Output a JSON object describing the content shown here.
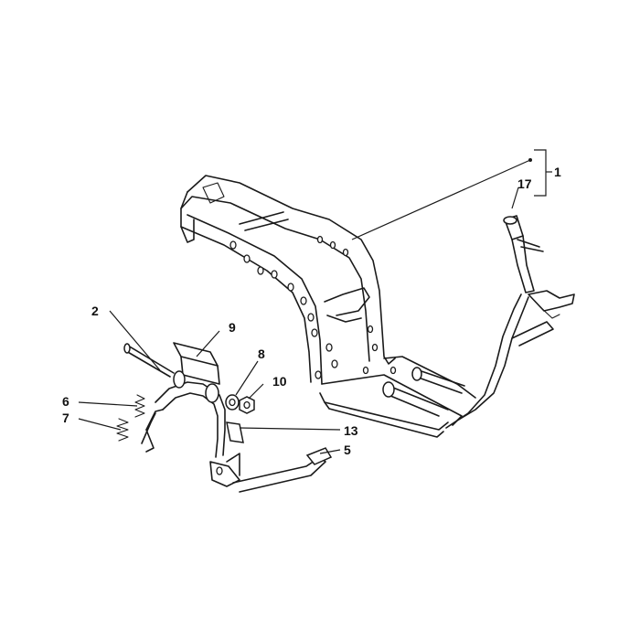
{
  "callouts": {
    "c1": "1",
    "c2": "2",
    "c5": "5",
    "c6": "6",
    "c7": "7",
    "c8": "8",
    "c9": "9",
    "c10": "10",
    "c13": "13",
    "c17": "17"
  }
}
